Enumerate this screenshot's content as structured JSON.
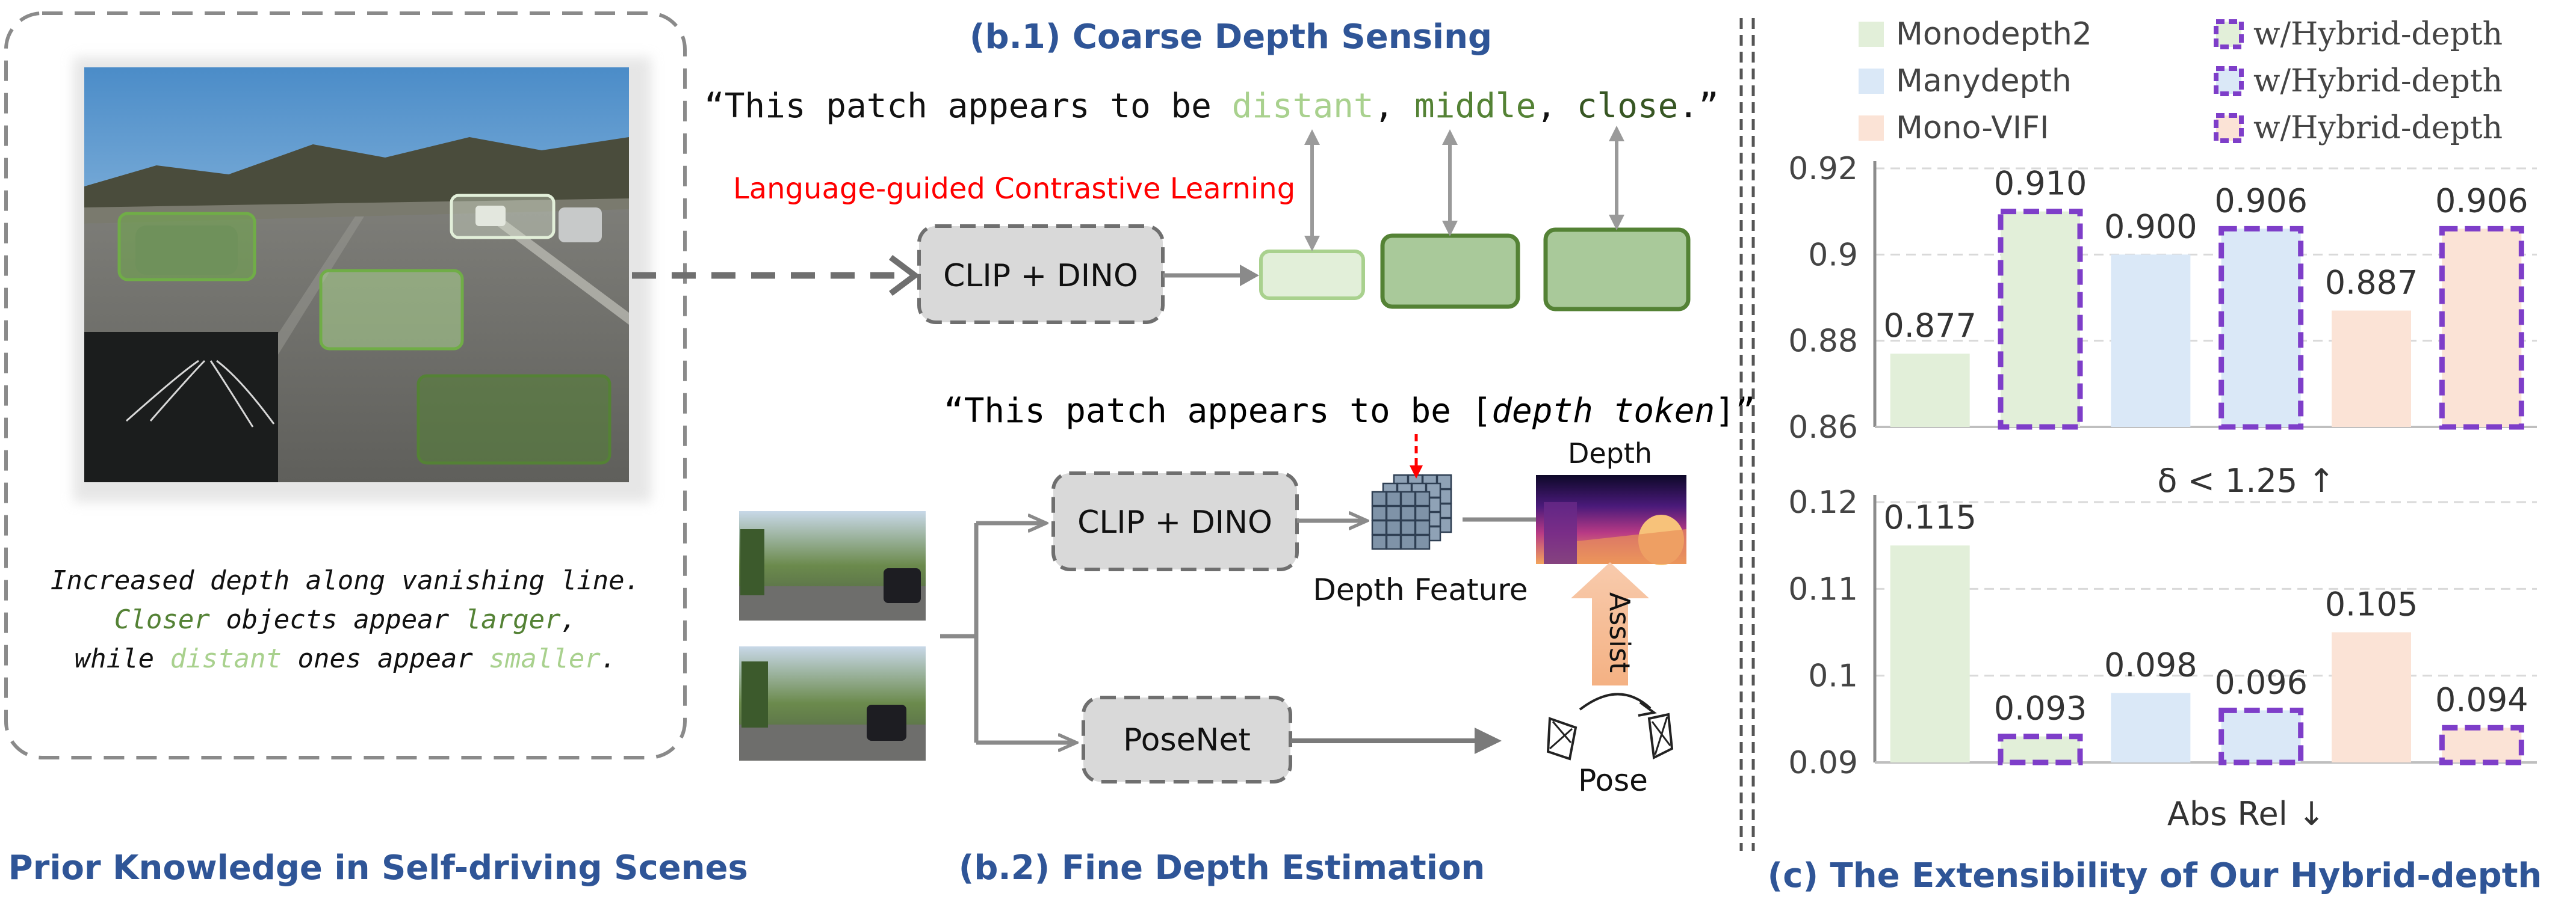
{
  "captions": {
    "a": "(a) Prior Knowledge in Self-driving Scenes",
    "b1": "(b.1) Coarse Depth Sensing",
    "b2": "(b.2) Fine Depth Estimation",
    "c": "(c) The Extensibility  of Our Hybrid-depth"
  },
  "prior": {
    "line1": "Increased depth along vanishing line.",
    "line2": [
      {
        "text": "Closer",
        "tone": "green"
      },
      {
        "text": " objects appear ",
        "tone": "black"
      },
      {
        "text": "larger",
        "tone": "green"
      },
      {
        "text": ",",
        "tone": "black"
      }
    ],
    "line3": [
      {
        "text": "while ",
        "tone": "black"
      },
      {
        "text": "distant",
        "tone": "lightgreen"
      },
      {
        "text": " ones appear ",
        "tone": "black"
      },
      {
        "text": "smaller",
        "tone": "lightgreen"
      },
      {
        "text": ".",
        "tone": "black"
      }
    ]
  },
  "coarse": {
    "quote": [
      {
        "text": "“This patch appears to be ",
        "tone": "black"
      },
      {
        "text": "distant",
        "tone": "lightgreen"
      },
      {
        "text": ", ",
        "tone": "black"
      },
      {
        "text": "middle",
        "tone": "green"
      },
      {
        "text": ",  ",
        "tone": "black"
      },
      {
        "text": "close",
        "tone": "darkgreen"
      },
      {
        "text": ".”",
        "tone": "black"
      }
    ],
    "contrastive_label": "Language-guided Contrastive Learning",
    "encoder_label": "CLIP + DINO"
  },
  "fine": {
    "quote_prefix": "“This patch appears to be [",
    "quote_token": "depth token",
    "quote_suffix": "]”",
    "encoder_label": "CLIP + DINO",
    "feature_label": "Depth Feature",
    "depth_label": "Depth",
    "assist_label": "Assist",
    "posenet_label": "PoseNet",
    "pose_label": "Pose"
  },
  "colors": {
    "caption_blue": "#2f5597",
    "green": "#548235",
    "lightgreen": "#a9d18e",
    "darkgreen": "#375623",
    "red": "#ff0000",
    "monodepth2": "#e2efd9",
    "manydepth": "#dae8f7",
    "monovifi": "#fbe3d6",
    "hybrid_border": "#7e3ec9"
  },
  "chart_data": [
    {
      "type": "bar",
      "xlabel": "δ < 1.25 ↑",
      "ylim": [
        0.86,
        0.92
      ],
      "yticks": [
        "0.92",
        "0.9",
        "0.88",
        "0.86"
      ],
      "categories": [
        "Monodepth2",
        "Monodepth2 w/Hybrid-depth",
        "Manydepth",
        "Manydepth w/Hybrid-depth",
        "Mono-VIFI",
        "Mono-VIFI w/Hybrid-depth"
      ],
      "values": [
        0.877,
        0.91,
        0.9,
        0.906,
        0.887,
        0.906
      ],
      "labels": [
        "0.877",
        "0.910",
        "0.900",
        "0.906",
        "0.887",
        "0.906"
      ],
      "grid": true
    },
    {
      "type": "bar",
      "xlabel": "Abs Rel ↓",
      "ylim": [
        0.09,
        0.12
      ],
      "yticks": [
        "0.12",
        "0.11",
        "0.1",
        "0.09"
      ],
      "categories": [
        "Monodepth2",
        "Monodepth2 w/Hybrid-depth",
        "Manydepth",
        "Manydepth w/Hybrid-depth",
        "Mono-VIFI",
        "Mono-VIFI w/Hybrid-depth"
      ],
      "values": [
        0.115,
        0.093,
        0.098,
        0.096,
        0.105,
        0.094
      ],
      "labels": [
        "0.115",
        "0.093",
        "0.098",
        "0.096",
        "0.105",
        "0.094"
      ],
      "grid": true
    }
  ],
  "legend": [
    {
      "name": "Monodepth2",
      "color": "#e2efd9",
      "hybrid": false
    },
    {
      "name": "Manydepth",
      "color": "#dae8f7",
      "hybrid": false
    },
    {
      "name": "Mono-VIFI",
      "color": "#fbe3d6",
      "hybrid": false
    },
    {
      "name": "w/Hybrid-depth",
      "color": "#e2efd9",
      "hybrid": true
    },
    {
      "name": "w/Hybrid-depth",
      "color": "#dae8f7",
      "hybrid": true
    },
    {
      "name": "w/Hybrid-depth",
      "color": "#fbe3d6",
      "hybrid": true
    }
  ]
}
